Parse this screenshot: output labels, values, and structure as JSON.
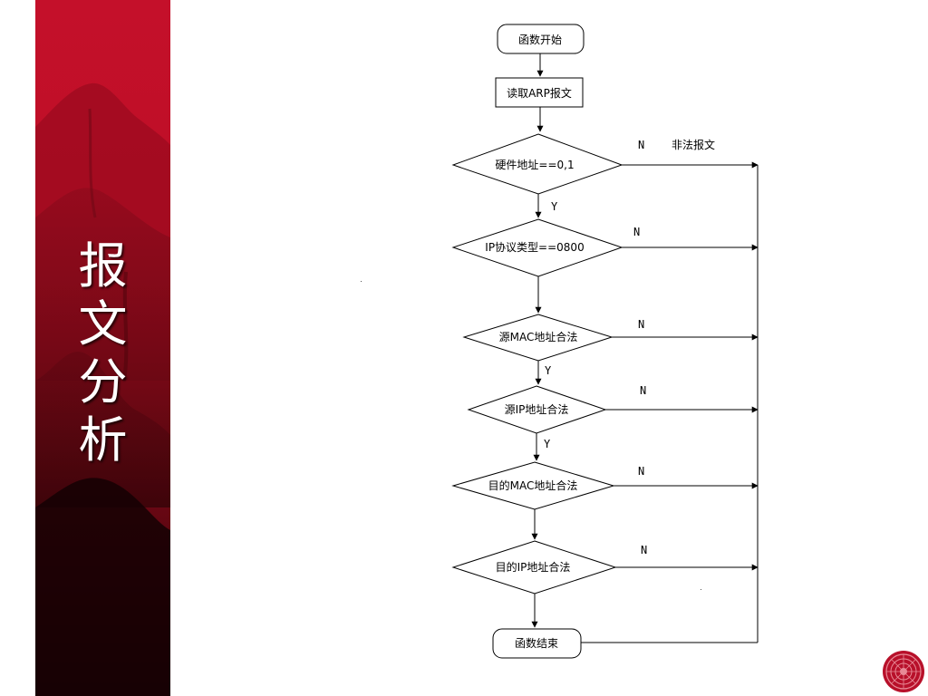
{
  "slide": {
    "title_chars": [
      "报",
      "文",
      "分",
      "析"
    ],
    "accent_color": "#c4102a"
  },
  "flowchart": {
    "start": "函数开始",
    "read": "读取ARP报文",
    "decisions": [
      "硬件地址==0,1",
      "IP协议类型==0800",
      "源MAC地址合法",
      "源IP地址合法",
      "目的MAC地址合法",
      "目的IP地址合法"
    ],
    "end": "函数结束",
    "yes_label": "Y",
    "no_label": "N",
    "illegal_label": "非法报文"
  },
  "icons": {
    "seal": "seal-emblem-icon"
  }
}
